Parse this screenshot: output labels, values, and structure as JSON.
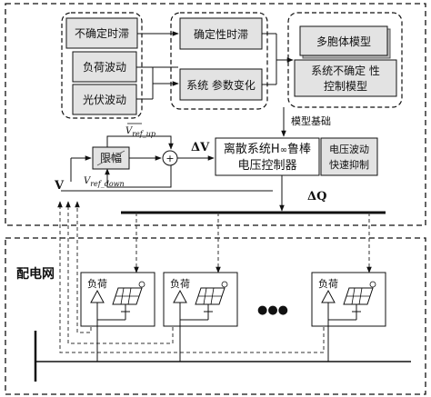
{
  "uncertainty_group": {
    "delay": "不确定时滞",
    "load_fluctuation": "负荷波动",
    "pv_fluctuation": "光伏波动"
  },
  "effects": {
    "deterministic_delay": "确定性时滞",
    "parameter_change": "系统 参数变化"
  },
  "models": {
    "polytope": "多胞体模型",
    "uncertain_control_line1": "系统不确定 性",
    "uncertain_control_line2": "控制模型"
  },
  "model_basis_label": "模型基础",
  "controller": {
    "line1_prefix": "离散系统H",
    "line1_sub": "∞",
    "line1_suffix": "鲁棒",
    "line2": "电压控制器"
  },
  "suppression": {
    "line1": "电压波动",
    "line2": "快速抑制"
  },
  "limiter": "限幅",
  "sum_symbol": "+",
  "v_ref_up": {
    "main": "V",
    "sub": "ref_up"
  },
  "v_ref_down": {
    "main": "V",
    "sub": "ref_down"
  },
  "v_label": "V",
  "delta_v": "ΔV",
  "delta_q": "ΔQ",
  "distribution_network": "配电网",
  "node_load_label": "负荷",
  "ellipsis": "●●●",
  "colors": {
    "box_fill": "#e3e3e3",
    "line": "#111111"
  }
}
